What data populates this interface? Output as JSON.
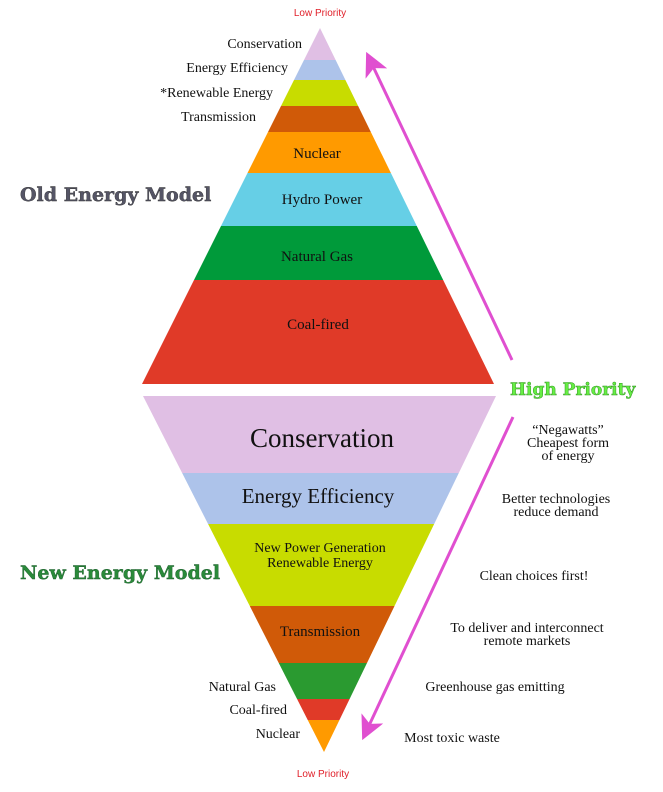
{
  "top_label": "Low Priority",
  "bottom_label": "Low Priority",
  "high_priority": "High Priority",
  "old_model": {
    "title": "Old Energy Model",
    "side_labels": [
      "Conservation",
      "Energy Efficiency",
      "*Renewable Energy",
      "Transmission"
    ],
    "bands": [
      "Nuclear",
      "Hydro Power",
      "Natural Gas",
      "Coal-fired"
    ]
  },
  "new_model": {
    "title": "New Energy Model",
    "bands": [
      "Conservation",
      "Energy Efficiency",
      "New Power Generation",
      "Renewable Energy",
      "Transmission"
    ],
    "side_labels": [
      "Natural Gas",
      "Coal-fired",
      "Nuclear"
    ],
    "notes": [
      "“Negawatts”",
      "Cheapest form",
      "of energy",
      "Better technologies",
      "reduce demand",
      "Clean choices first!",
      "To deliver and interconnect",
      "remote markets",
      "Greenhouse gas emitting",
      "Most toxic waste"
    ]
  },
  "colors": {
    "conservation": "#e0bfe4",
    "efficiency": "#adc3ea",
    "renewable": "#c8dc00",
    "transmission": "#d05a08",
    "nuclear": "#ff9a00",
    "hydro": "#66cfe6",
    "gas": "#009a3a",
    "coal": "#e03a28",
    "arrow": "#e04fd0",
    "high": "#66ee44"
  }
}
